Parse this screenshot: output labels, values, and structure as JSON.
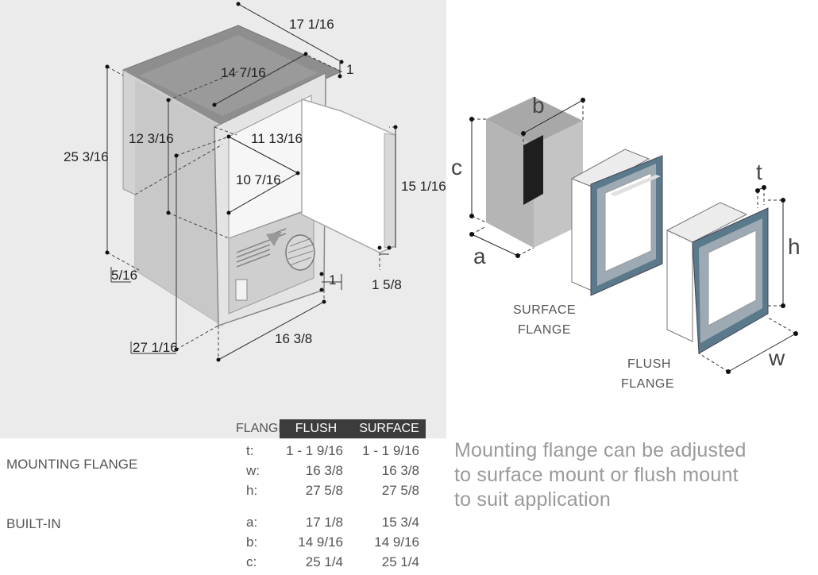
{
  "left_dims": {
    "d1": "17 1/16",
    "d2": "14 7/16",
    "d3": "1",
    "d4": "25 3/16",
    "d5": "12 3/16",
    "d6": "11 13/16",
    "d7": "10 7/16",
    "d8": "15 1/16",
    "d9": "5/16",
    "d10": "1",
    "d11": "1 5/8",
    "d12": "16 3/8",
    "d13": "27 1/16"
  },
  "right_diagram": {
    "letters": {
      "a": "a",
      "b": "b",
      "c": "c",
      "t": "t",
      "h": "h",
      "w": "w"
    },
    "surface_label_1": "SURFACE",
    "surface_label_2": "FLANGE",
    "flush_label_1": "FLUSH",
    "flush_label_2": "FLANGE"
  },
  "table": {
    "header_label": "FLANGE",
    "col_flush": "FLUSH",
    "col_surface": "SURFACE",
    "groups": [
      {
        "label": "MOUNTING FLANGE",
        "rows": [
          {
            "sym": "t:",
            "flush": "1 - 1 9/16",
            "surface": "1 - 1 9/16"
          },
          {
            "sym": "w:",
            "flush": "16  3/8",
            "surface": "16  3/8"
          },
          {
            "sym": "h:",
            "flush": "27  5/8",
            "surface": "27  5/8"
          }
        ]
      },
      {
        "label": "BUILT-IN",
        "rows": [
          {
            "sym": "a:",
            "flush": "17  1/8",
            "surface": "15  3/4"
          },
          {
            "sym": "b:",
            "flush": "14  9/16",
            "surface": "14  9/16"
          },
          {
            "sym": "c:",
            "flush": "25  1/4",
            "surface": "25  1/4"
          }
        ]
      }
    ]
  },
  "note": {
    "line1": "Mounting flange can be adjusted",
    "line2": "to surface mount or flush mount",
    "line3": "to suit application"
  },
  "colors": {
    "panel_bg": "#ebebeb",
    "flange_blue": "#5a7a8c",
    "header_dark": "#3c3c3c",
    "note_gray": "#9a9a9a"
  }
}
